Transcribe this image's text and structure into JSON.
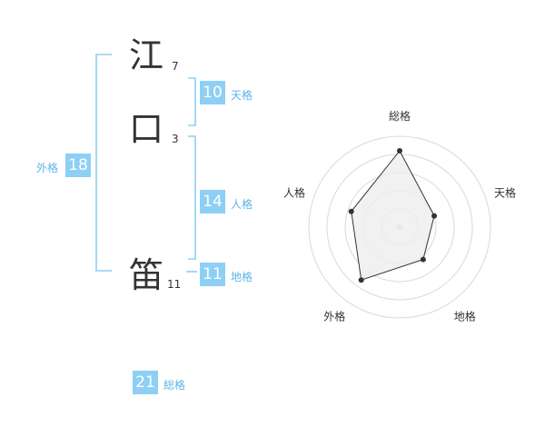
{
  "name": {
    "chars": [
      {
        "char": "江",
        "strokes": "7"
      },
      {
        "char": "口",
        "strokes": "3"
      },
      {
        "char": "笛",
        "strokes": "11"
      }
    ]
  },
  "fortunes": {
    "tenkaku": {
      "value": "10",
      "label": "天格"
    },
    "jinkaku": {
      "value": "14",
      "label": "人格"
    },
    "chikaku": {
      "value": "11",
      "label": "地格"
    },
    "gaikaku": {
      "value": "18",
      "label": "外格"
    },
    "soukaku": {
      "value": "21",
      "label": "総格"
    }
  },
  "colors": {
    "accent": "#8ecff5",
    "label": "#5fb3e6",
    "text": "#333333",
    "radar_fill": "#eeeeee",
    "ring": "#d9d9d9"
  },
  "chart_data": {
    "type": "radar",
    "axes": [
      "総格",
      "天格",
      "地格",
      "外格",
      "人格"
    ],
    "values": [
      21,
      10,
      11,
      18,
      14
    ],
    "range": [
      0,
      25
    ],
    "rings": 5
  }
}
